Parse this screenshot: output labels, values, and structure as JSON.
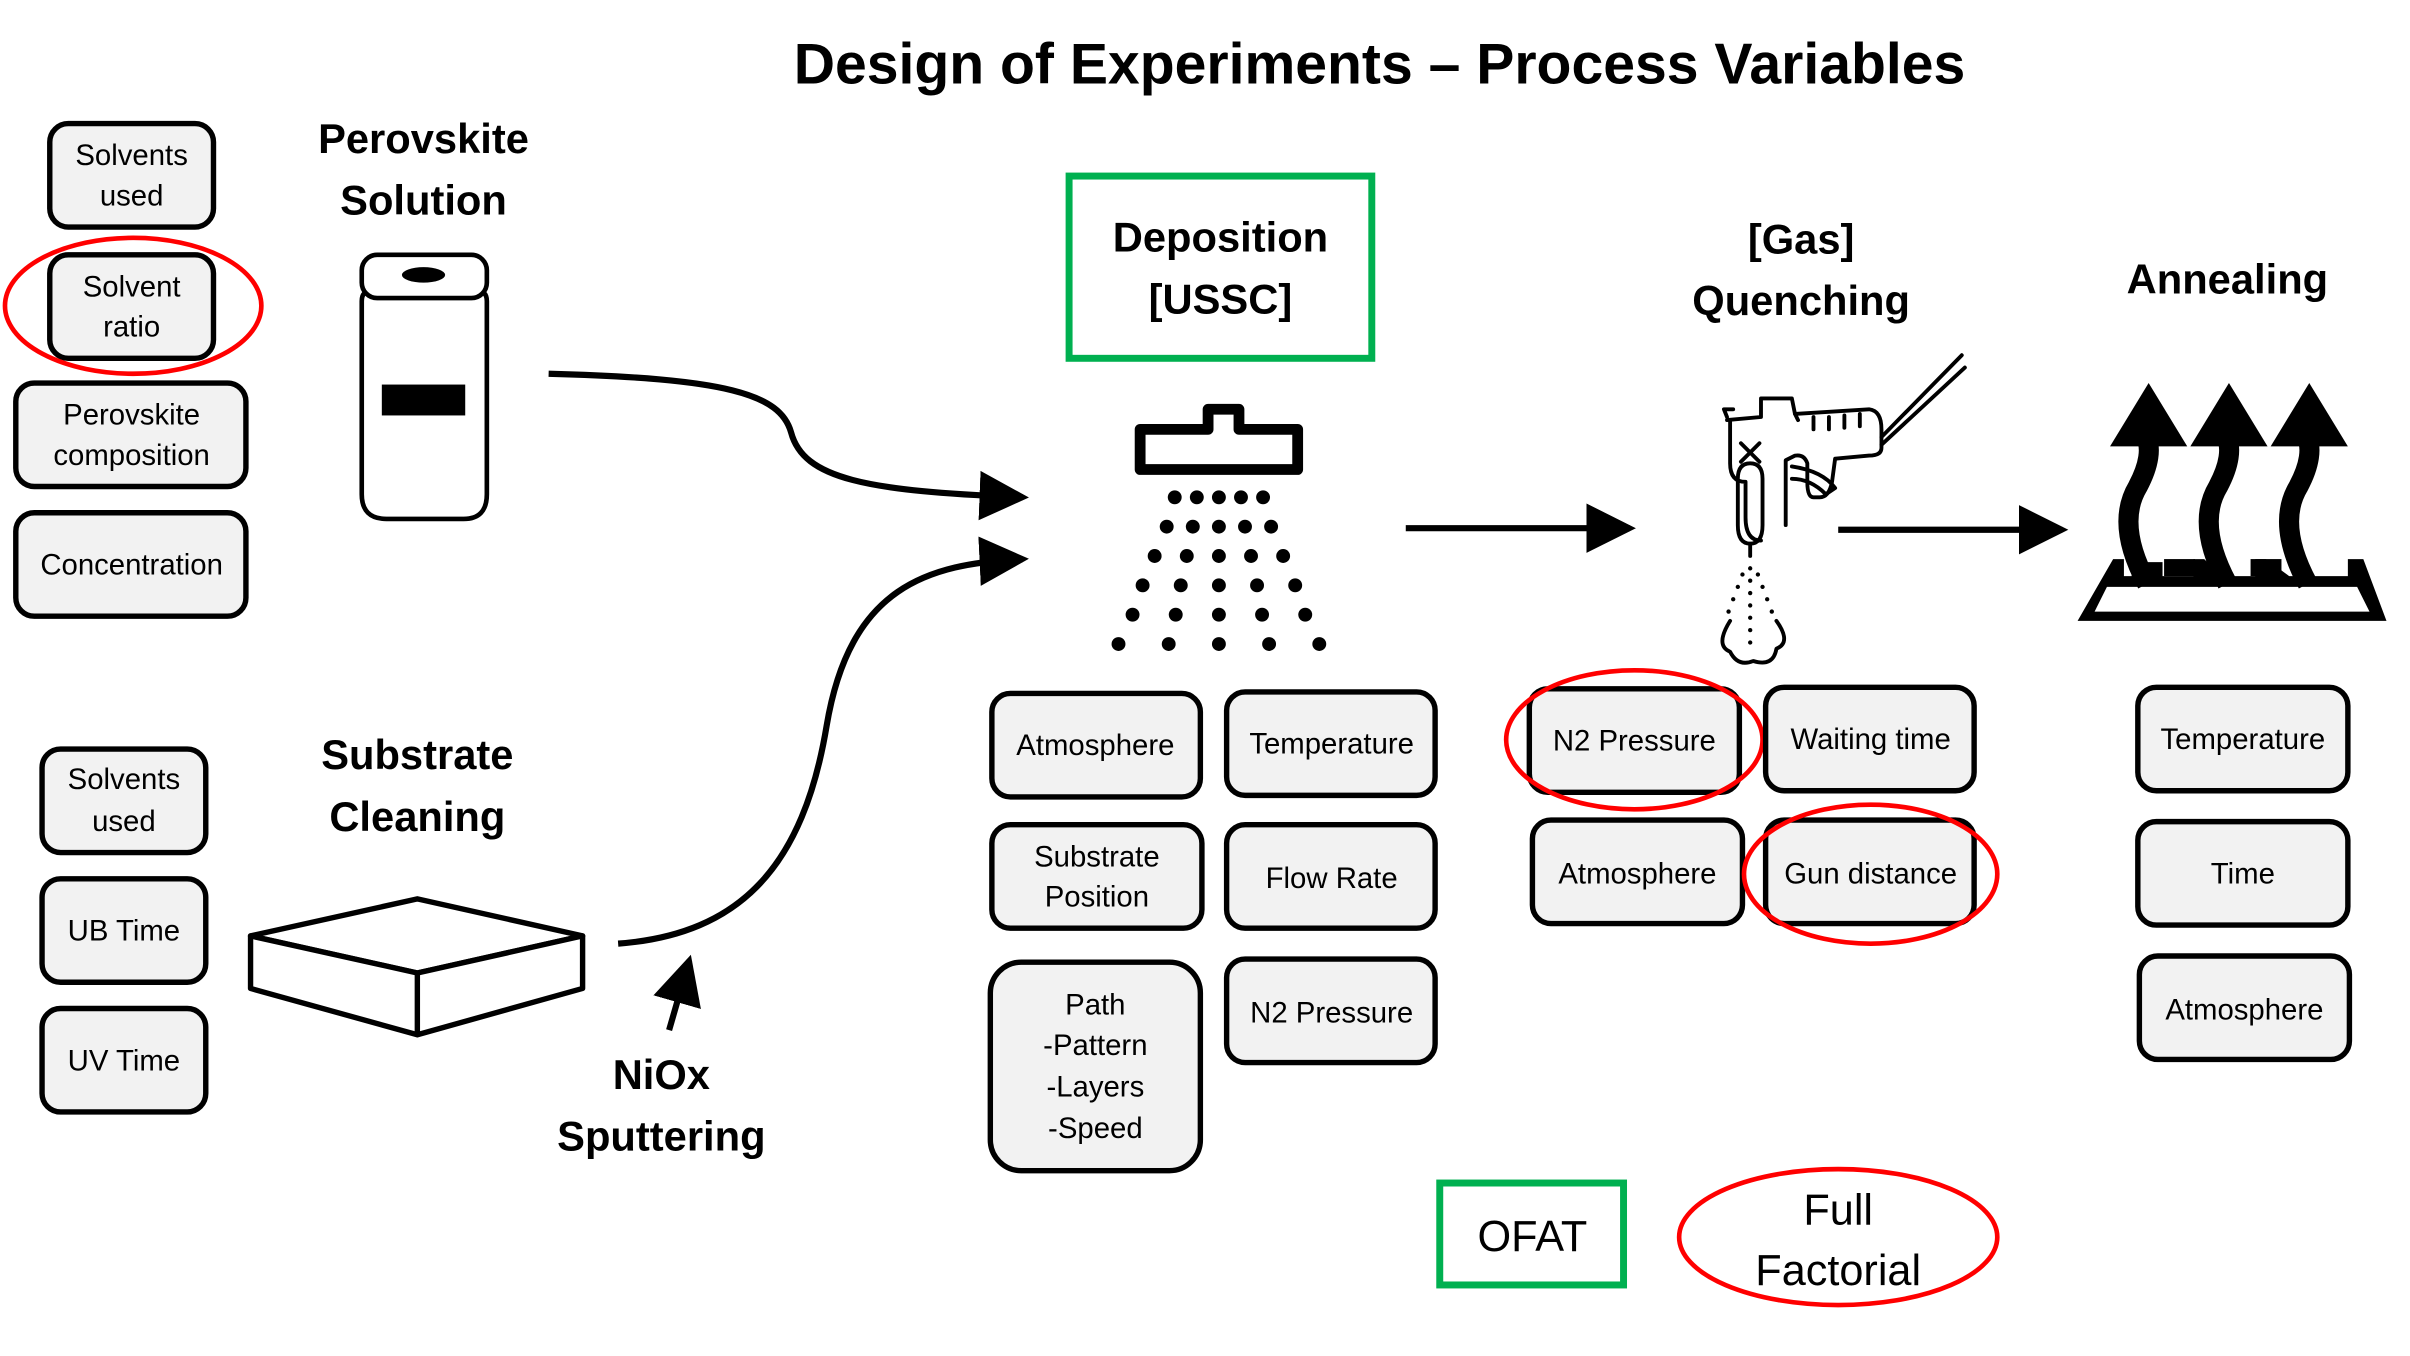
{
  "title": "Design of Experiments – Process Variables",
  "colors": {
    "ofat": "#00b050",
    "full_factorial": "#ff0000",
    "box_fill": "#f2f2f2"
  },
  "stages": {
    "perovskite_solution": {
      "heading": [
        "Perovskite",
        "Solution"
      ],
      "variables": [
        {
          "lines": [
            "Solvents",
            "used"
          ],
          "mark": "none"
        },
        {
          "lines": [
            "Solvent",
            "ratio"
          ],
          "mark": "full_factorial"
        },
        {
          "lines": [
            "Perovskite",
            "composition"
          ],
          "mark": "none"
        },
        {
          "lines": [
            "Concentration"
          ],
          "mark": "none"
        }
      ]
    },
    "substrate_cleaning": {
      "heading": [
        "Substrate",
        "Cleaning"
      ],
      "variables": [
        {
          "lines": [
            "Solvents",
            "used"
          ],
          "mark": "none"
        },
        {
          "lines": [
            "UB Time"
          ],
          "mark": "none"
        },
        {
          "lines": [
            "UV Time"
          ],
          "mark": "none"
        }
      ]
    },
    "niox": {
      "heading": [
        "NiOx",
        "Sputtering"
      ]
    },
    "deposition": {
      "heading": [
        "Deposition",
        "[USSC]"
      ],
      "mark": "ofat",
      "variables": [
        {
          "lines": [
            "Atmosphere"
          ]
        },
        {
          "lines": [
            "Temperature"
          ]
        },
        {
          "lines": [
            "Substrate",
            "Position"
          ]
        },
        {
          "lines": [
            "Flow Rate"
          ]
        },
        {
          "lines": [
            "Path",
            "-Pattern",
            "-Layers",
            "-Speed"
          ]
        },
        {
          "lines": [
            "N2 Pressure"
          ]
        }
      ]
    },
    "quenching": {
      "heading": [
        "[Gas]",
        "Quenching"
      ],
      "variables": [
        {
          "lines": [
            "N2 Pressure"
          ],
          "mark": "full_factorial"
        },
        {
          "lines": [
            "Waiting time"
          ],
          "mark": "none"
        },
        {
          "lines": [
            "Atmosphere"
          ],
          "mark": "none"
        },
        {
          "lines": [
            "Gun distance"
          ],
          "mark": "full_factorial"
        }
      ]
    },
    "annealing": {
      "heading": [
        "Annealing"
      ],
      "variables": [
        {
          "lines": [
            "Temperature"
          ]
        },
        {
          "lines": [
            "Time"
          ]
        },
        {
          "lines": [
            "Atmosphere"
          ]
        }
      ]
    }
  },
  "legend": {
    "ofat": "OFAT",
    "full_factorial": [
      "Full",
      "Factorial"
    ]
  },
  "icons": {
    "vial": "vial-icon",
    "substrate": "substrate-block-icon",
    "spray": "spray-nozzle-icon",
    "gun": "spray-gun-icon",
    "heat": "heat-arrows-icon"
  }
}
